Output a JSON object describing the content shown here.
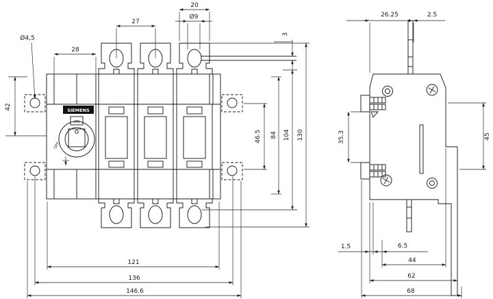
{
  "drawing": {
    "front_view": {
      "labels": {
        "brand": "SIEMENS",
        "on": "ON",
        "off": "OFF"
      },
      "dims": {
        "terminal_width": "20",
        "terminal_pitch": "27",
        "terminal_hole_dia": "Ø9",
        "handle_offset": "28",
        "mounting_hole_dia": "Ø4,5",
        "busbar_thickness": "3",
        "handle_height": "42",
        "tab_spacing": "46.5",
        "height_84": "84",
        "height_104": "104",
        "overall_height": "130",
        "width_121": "121",
        "width_136": "136",
        "overall_width": "146.6"
      }
    },
    "side_view": {
      "dims": {
        "top_depth": "26.25",
        "blade_offset": "2.5",
        "din_height": "35.3",
        "front_height": "45",
        "gap_1_5": "1.5",
        "offset_6_5": "6.5",
        "depth_44": "44",
        "depth_62": "62",
        "overall_depth": "68"
      }
    }
  }
}
